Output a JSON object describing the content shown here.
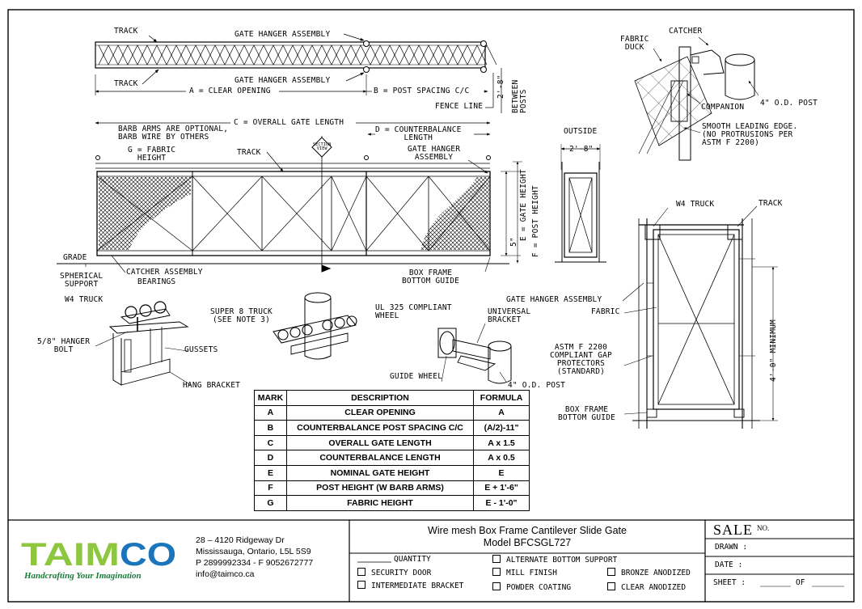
{
  "callouts": {
    "track_top": "TRACK",
    "gate_hanger_top": "GATE HANGER ASSEMBLY",
    "track_bottom": "TRACK",
    "gate_hanger_bottom": "GATE HANGER ASSEMBLY",
    "clear_opening": "A = CLEAR OPENING",
    "post_spacing": "B = POST SPACING C/C",
    "fence_line": "FENCE LINE",
    "between_posts_dim": "2'-8\"",
    "between_posts": "BETWEEN\nPOSTS",
    "overall_length": "C = OVERALL GATE LENGTH",
    "barb_arms": "BARB ARMS ARE OPTIONAL,\nBARB WIRE BY OTHERS",
    "fabric_height": "G = FABRIC\nHEIGHT",
    "track_elev": "TRACK",
    "section_view": "SECTION\nVIEW",
    "counterbalance": "D = COUNTERBALANCE\nLENGTH",
    "gate_hanger_elev": "GATE HANGER\nASSEMBLY",
    "outside": "OUTSIDE",
    "outside_dim": "2'-8\"",
    "gate_height": "E = GATE HEIGHT",
    "post_height": "F = POST HEIGHT",
    "five_inch": "5\"",
    "grade": "GRADE",
    "catcher_assembly": "CATCHER ASSEMBLY",
    "box_frame_guide": "BOX FRAME\nBOTTOM GUIDE",
    "fabric_duck": "FABRIC\nDUCK",
    "catcher": "CATCHER",
    "companion": "COMPANION",
    "od_post": "4\" O.D. POST",
    "smooth_edge": "SMOOTH LEADING EDGE.\n(NO PROTRUSIONS PER\nASTM F 2200)",
    "spherical_support": "SPHERICAL\nSUPPORT",
    "bearings": "BEARINGS",
    "w4_truck_detail": "W4 TRUCK",
    "hanger_bolt": "5/8\" HANGER\nBOLT",
    "gussets": "GUSSETS",
    "hang_bracket": "HANG  BRACKET",
    "super8": "SUPER 8 TRUCK\n(SEE NOTE 3)",
    "ul325": "UL 325 COMPLIANT\nWHEEL",
    "universal_bracket": "UNIVERSAL\nBRACKET",
    "guide_wheel": "GUIDE WHEEL",
    "od_post_2": "4\" O.D. POST",
    "w4_truck_sec": "W4 TRUCK",
    "track_sec": "TRACK",
    "gate_hanger_sec": "GATE HANGER ASSEMBLY",
    "fabric_sec": "FABRIC",
    "astm_gap": "ASTM F 2200\nCOMPLIANT GAP\nPROTECTORS\n(STANDARD)",
    "min_height": "4'-0\" MINIMUM",
    "box_frame_sec": "BOX FRAME\nBOTTOM GUIDE"
  },
  "table": {
    "headers": [
      "MARK",
      "DESCRIPTION",
      "FORMULA"
    ],
    "rows": [
      [
        "A",
        "CLEAR OPENING",
        "A"
      ],
      [
        "B",
        "COUNTERBALANCE POST SPACING C/C",
        "(A/2)-11\""
      ],
      [
        "C",
        "OVERALL GATE LENGTH",
        "A x 1.5"
      ],
      [
        "D",
        "COUNTERBALANCE LENGTH",
        "A x 0.5"
      ],
      [
        "E",
        "NOMINAL GATE HEIGHT",
        "E"
      ],
      [
        "F",
        "POST HEIGHT (W BARB ARMS)",
        "E + 1'-6\""
      ],
      [
        "G",
        "FABRIC HEIGHT",
        "E - 1'-0\""
      ]
    ]
  },
  "title_block": {
    "logo": "TAIMCO",
    "tagline": "Handcrafting Your Imagination",
    "address1": "28 – 4120 Ridgeway Dr",
    "address2": "Mississauga, Ontario, L5L 5S9",
    "phone": "P 2899992334 - F 9052672777",
    "email": "info@taimco.ca",
    "title1": "Wire mesh Box Frame Cantilever Slide Gate",
    "title2": "Model BFCSGL727",
    "quantity": "QUANTITY",
    "security_door": "SECURITY DOOR",
    "intermediate_bracket": "INTERMEDIATE BRACKET",
    "alt_bottom_support": "ALTERNATE BOTTOM SUPPORT",
    "mill_finish": "MILL FINISH",
    "powder_coating": "POWDER COATING",
    "bronze_anodized": "BRONZE ANODIZED",
    "clear_anodized": "CLEAR ANODIZED",
    "sale": "SALE",
    "no": "NO.",
    "drawn": "DRAWN :",
    "date": "DATE :",
    "sheet": "SHEET :",
    "of": "OF",
    "colors": {
      "logo_green": "#8dc63f",
      "logo_blue": "#1b75bb"
    }
  }
}
